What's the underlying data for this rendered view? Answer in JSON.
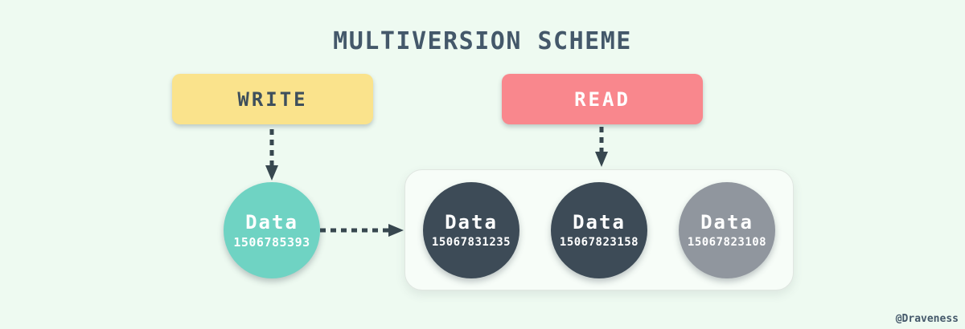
{
  "title": "MULTIVERSION SCHEME",
  "watermark": "@Draveness",
  "colors": {
    "background": "#eefaf1",
    "title_text": "#44586a",
    "write_box": "#fae38c",
    "write_text": "#3e4f5c",
    "read_box": "#f9878d",
    "read_text": "#ffffff",
    "arrow": "#37474f",
    "container_bg": "#f7fdf8",
    "container_border": "#e0e6e1",
    "circle_text": "#ffffff",
    "current_version_circle": "#6fd3c3",
    "version_circle_dark": "#3d4b57",
    "version_circle_gray": "#90969e"
  },
  "write": {
    "label": "WRITE"
  },
  "read": {
    "label": "READ"
  },
  "current_version": {
    "label": "Data",
    "version": "1506785393",
    "color": "#6fd3c3"
  },
  "versions": [
    {
      "label": "Data",
      "version": "15067831235",
      "color": "#3d4b57"
    },
    {
      "label": "Data",
      "version": "15067823158",
      "color": "#3d4b57"
    },
    {
      "label": "Data",
      "version": "15067823108",
      "color": "#90969e"
    }
  ]
}
